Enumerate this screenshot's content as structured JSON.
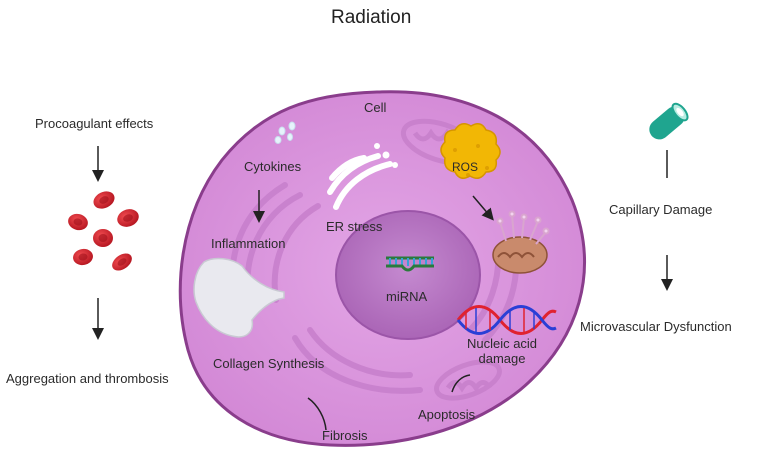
{
  "title": "Radiation",
  "labels": {
    "cell": "Cell",
    "cytokines": "Cytokines",
    "inflammation": "Inflammation",
    "er_stress": "ER stress",
    "ros": "ROS",
    "mirna": "miRNA",
    "nucleic_acid_damage": "Nucleic acid\ndamage",
    "collagen_synthesis": "Collagen Synthesis",
    "fibrosis": "Fibrosis",
    "apoptosis": "Apoptosis",
    "procoagulant_effects": "Procoagulant effects",
    "aggregation_thrombosis": "Aggregation and thrombosis",
    "capillary_damage": "Capillary Damage",
    "microvascular_dysfunction": "Microvascular Dysfunction"
  },
  "colors": {
    "cell_fill": "#d98fd9",
    "cell_border": "#8a3d8c",
    "nucleus_fill": "#b974c4",
    "rbc": "#d0242e",
    "ros": "#f2b705",
    "capillary": "#1fa58f",
    "dna_red": "#e0222f",
    "dna_blue": "#2a3fd6"
  }
}
